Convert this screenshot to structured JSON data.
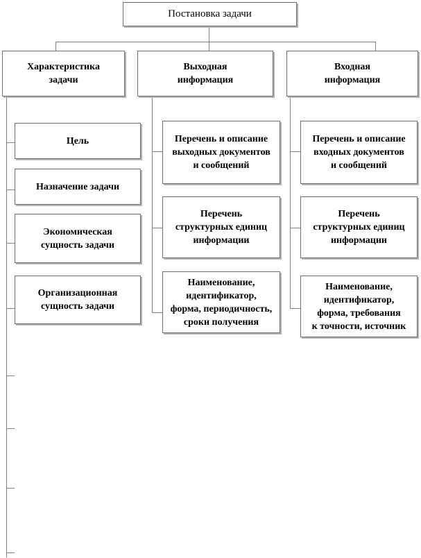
{
  "root": {
    "label": "Постановка  задачи"
  },
  "columns": [
    {
      "header": "Характеристика\nзадачи",
      "items": [
        "Цель",
        "Назначение  задачи",
        "Экономическая\nсущность  задачи",
        "Организационная\nсущность  задачи"
      ]
    },
    {
      "header": "Выходная\nинформация",
      "items": [
        "Перечень  и описание\nвыходных документов\nи сообщений",
        "Перечень\nструктурных  единиц\nинформации",
        "Наименование,\nидентификатор,\nформа,  периодичность,\nсроки  получения"
      ]
    },
    {
      "header": "Входная\nинформация",
      "items": [
        "Перечень  и описание\nвходных  документов\nи сообщений",
        "Перечень\nструктурных  единиц\nинформации",
        "Наименование,\nидентификатор,\nформа,  требования\nк точности,  источник"
      ]
    }
  ]
}
